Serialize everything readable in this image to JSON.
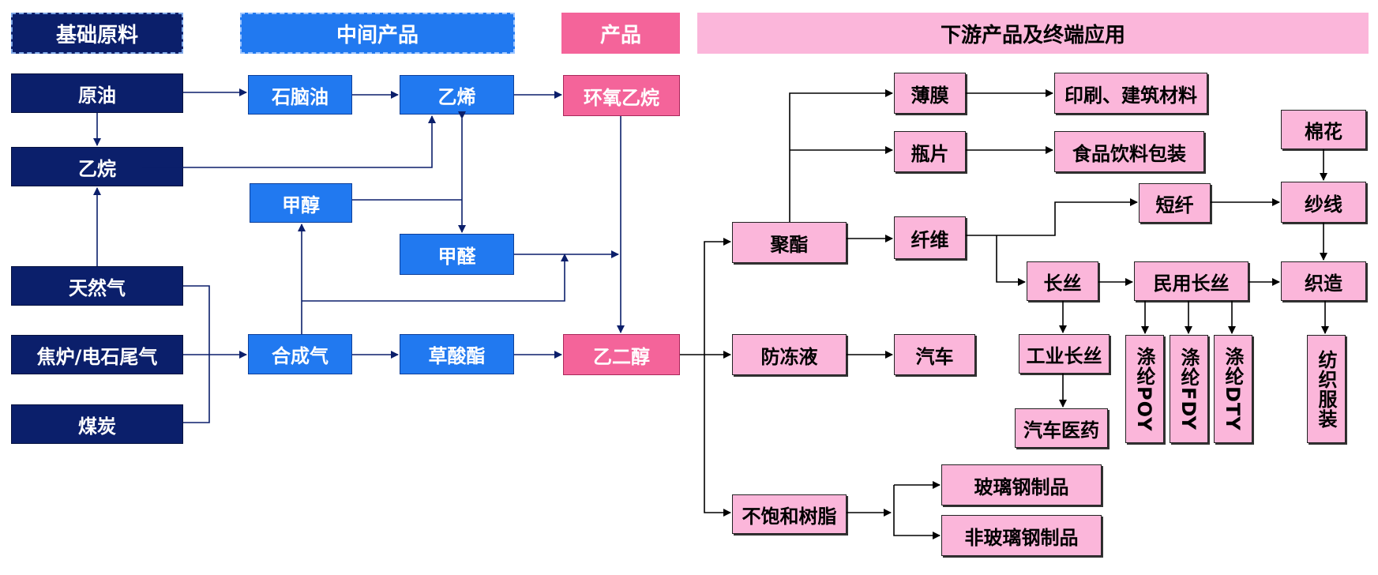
{
  "headers": {
    "raw": "基础原料",
    "intermediate": "中间产品",
    "product": "产品",
    "downstream": "下游产品及终端应用"
  },
  "raw_materials": {
    "crude_oil": "原油",
    "ethane": "乙烷",
    "natural_gas": "天然气",
    "coke_gas": "焦炉/电石尾气",
    "coal": "煤炭"
  },
  "intermediates": {
    "naphtha": "石脑油",
    "ethylene": "乙烯",
    "methanol": "甲醇",
    "formaldehyde": "甲醛",
    "syngas": "合成气",
    "oxalate": "草酸酯"
  },
  "products": {
    "ethylene_oxide": "环氧乙烷",
    "ethylene_glycol": "乙二醇"
  },
  "downstream": {
    "polyester": "聚酯",
    "film": "薄膜",
    "printing_building": "印刷、建筑材料",
    "bottle_chip": "瓶片",
    "food_packaging": "食品饮料包装",
    "fiber": "纤维",
    "staple_fiber": "短纤",
    "cotton": "棉花",
    "yarn": "纱线",
    "filament": "长丝",
    "civil_filament": "民用长丝",
    "weaving": "织造",
    "industrial_filament": "工业长丝",
    "auto_medical": "汽车医药",
    "poy": "涤纶POY",
    "fdy": "涤纶FDY",
    "dty": "涤纶DTY",
    "textile_apparel": "纺织服装",
    "antifreeze": "防冻液",
    "automobile": "汽车",
    "unsaturated_resin": "不饱和树脂",
    "frp_products": "玻璃钢制品",
    "non_frp_products": "非玻璃钢制品"
  },
  "colors": {
    "raw": "#0b1f6b",
    "intermediate": "#2179f0",
    "product": "#f4649a",
    "downstream": "#fbb6da",
    "left_arrows": "#0b1f6b",
    "right_arrows": "#000000"
  }
}
